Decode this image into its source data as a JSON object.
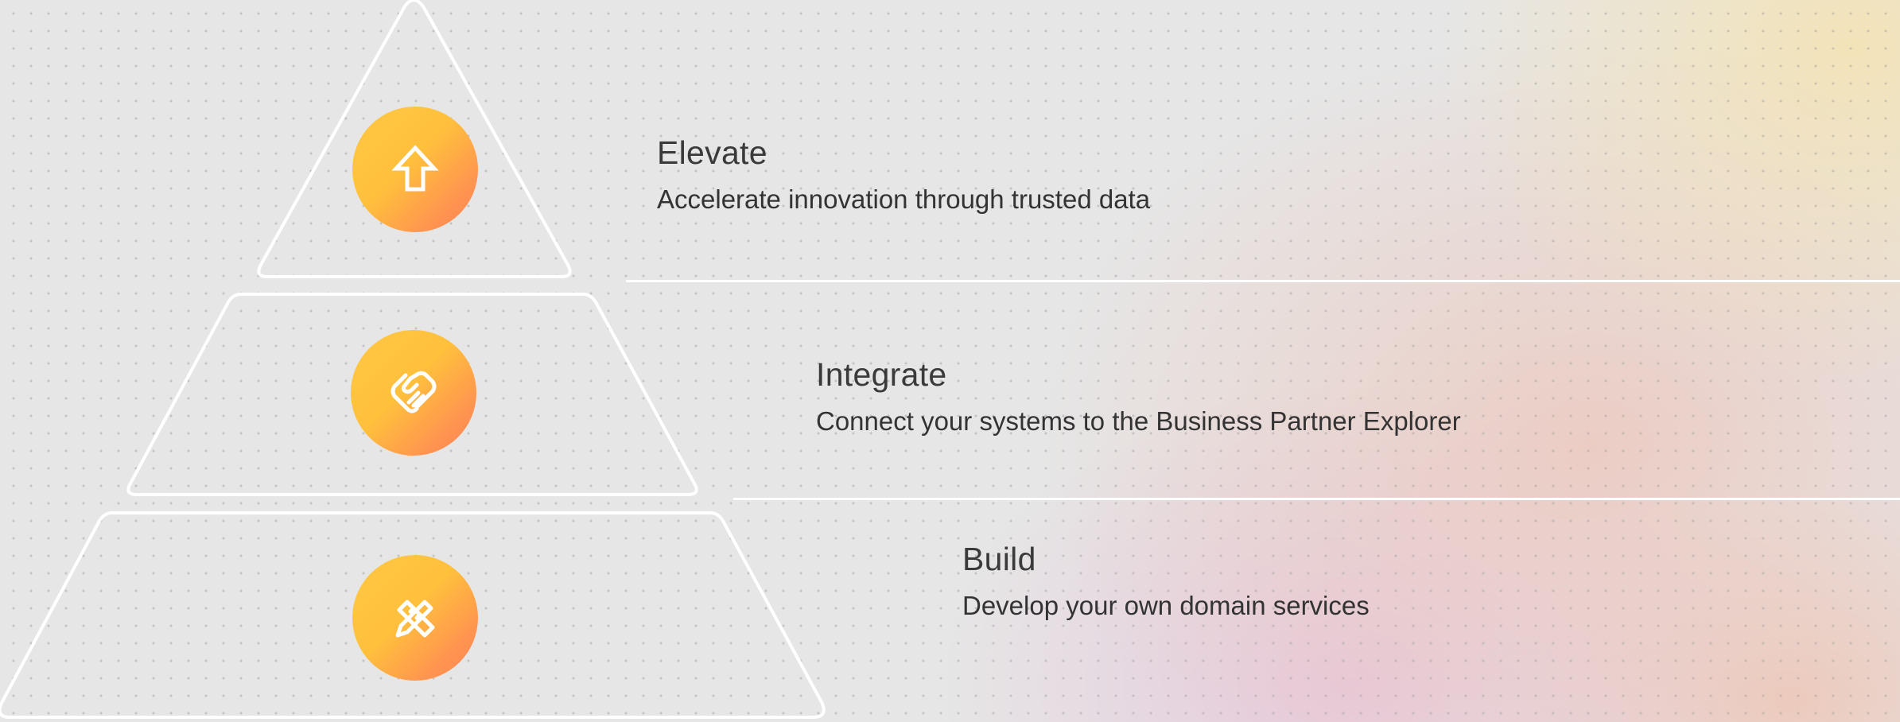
{
  "tiers": [
    {
      "title": "Elevate",
      "description": "Accelerate innovation through trusted data",
      "icon": "arrow-up-icon"
    },
    {
      "title": "Integrate",
      "description": "Connect your systems to the Business Partner Explorer",
      "icon": "handshake-icon"
    },
    {
      "title": "Build",
      "description": "Develop your own domain services",
      "icon": "pencil-ruler-icon"
    }
  ],
  "colors": {
    "background": "#e6e6e6",
    "outline": "#ffffff",
    "badge_gradient_start": "#ffc844",
    "badge_gradient_end": "#ff8058",
    "title_text": "#3a3a3a",
    "body_text": "#333333"
  }
}
